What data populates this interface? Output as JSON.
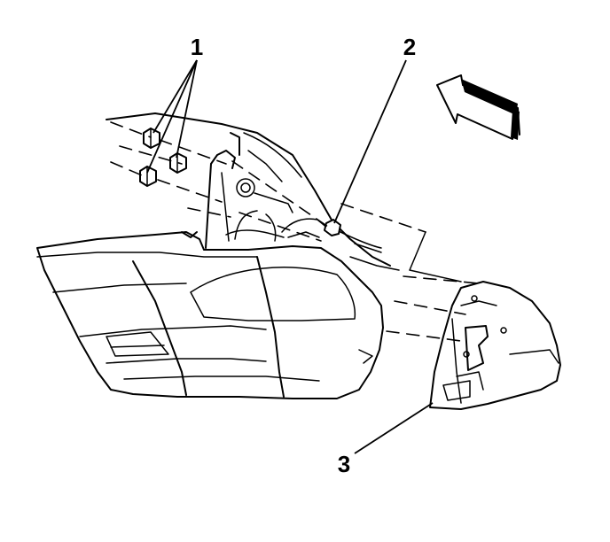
{
  "callouts": [
    {
      "id": "1",
      "label": "1"
    },
    {
      "id": "2",
      "label": "2"
    },
    {
      "id": "3",
      "label": "3"
    }
  ],
  "colors": {
    "line": "#000000",
    "background": "#ffffff"
  },
  "icons": {
    "direction_arrow": "forward-arrow-icon"
  }
}
